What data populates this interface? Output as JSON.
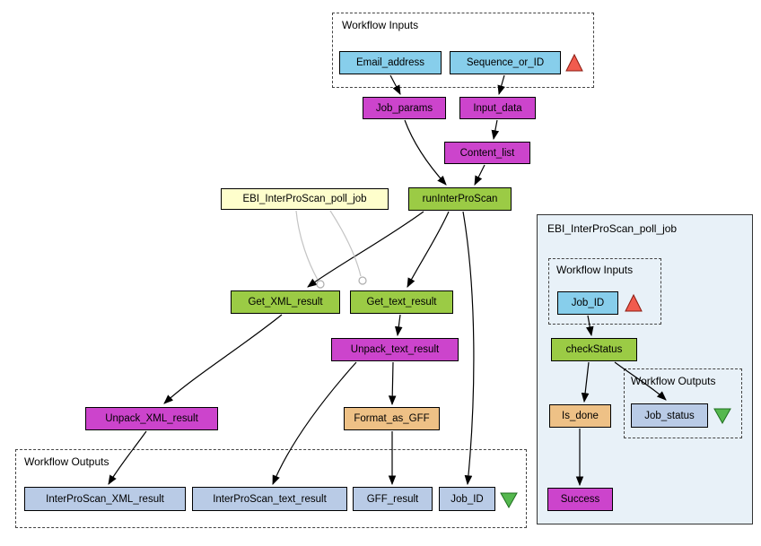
{
  "colors": {
    "workflow_input_node": "#87CEEB",
    "workflow_output_node": "#B9CBE6",
    "processor_magenta": "#CC44CC",
    "processor_green": "#9BCB45",
    "processor_tan": "#EEC186",
    "nested_workflow_node": "#FEFECC",
    "nested_panel_background": "#E8F1F8",
    "input_port_triangle": "#F15B4E",
    "output_port_triangle": "#55B84E",
    "edge_black": "#000000",
    "edge_gray": "#C4C4C4"
  },
  "groups": {
    "top_inputs": {
      "label": "Workflow Inputs"
    },
    "bottom_outputs": {
      "label": "Workflow Outputs"
    },
    "nested_panel": {
      "label": "EBI_InterProScan_poll_job"
    },
    "nested_inputs": {
      "label": "Workflow Inputs"
    },
    "nested_outputs": {
      "label": "Workflow Outputs"
    }
  },
  "nodes": {
    "email_address": {
      "label": "Email_address"
    },
    "sequence_or_id": {
      "label": "Sequence_or_ID"
    },
    "job_params": {
      "label": "Job_params"
    },
    "input_data": {
      "label": "Input_data"
    },
    "content_list": {
      "label": "Content_list"
    },
    "run_interproscan": {
      "label": "runInterProScan"
    },
    "ebi_poll_job_ref": {
      "label": "EBI_InterProScan_poll_job"
    },
    "get_xml_result": {
      "label": "Get_XML_result"
    },
    "get_text_result": {
      "label": "Get_text_result"
    },
    "unpack_text_result": {
      "label": "Unpack_text_result"
    },
    "unpack_xml_result": {
      "label": "Unpack_XML_result"
    },
    "format_as_gff": {
      "label": "Format_as_GFF"
    },
    "interproscan_xml_result": {
      "label": "InterProScan_XML_result"
    },
    "interproscan_text_result": {
      "label": "InterProScan_text_result"
    },
    "gff_result": {
      "label": "GFF_result"
    },
    "job_id_output": {
      "label": "Job_ID"
    },
    "job_id_input": {
      "label": "Job_ID"
    },
    "check_status": {
      "label": "checkStatus"
    },
    "job_status": {
      "label": "Job_status"
    },
    "is_done": {
      "label": "Is_done"
    },
    "success": {
      "label": "Success"
    }
  }
}
